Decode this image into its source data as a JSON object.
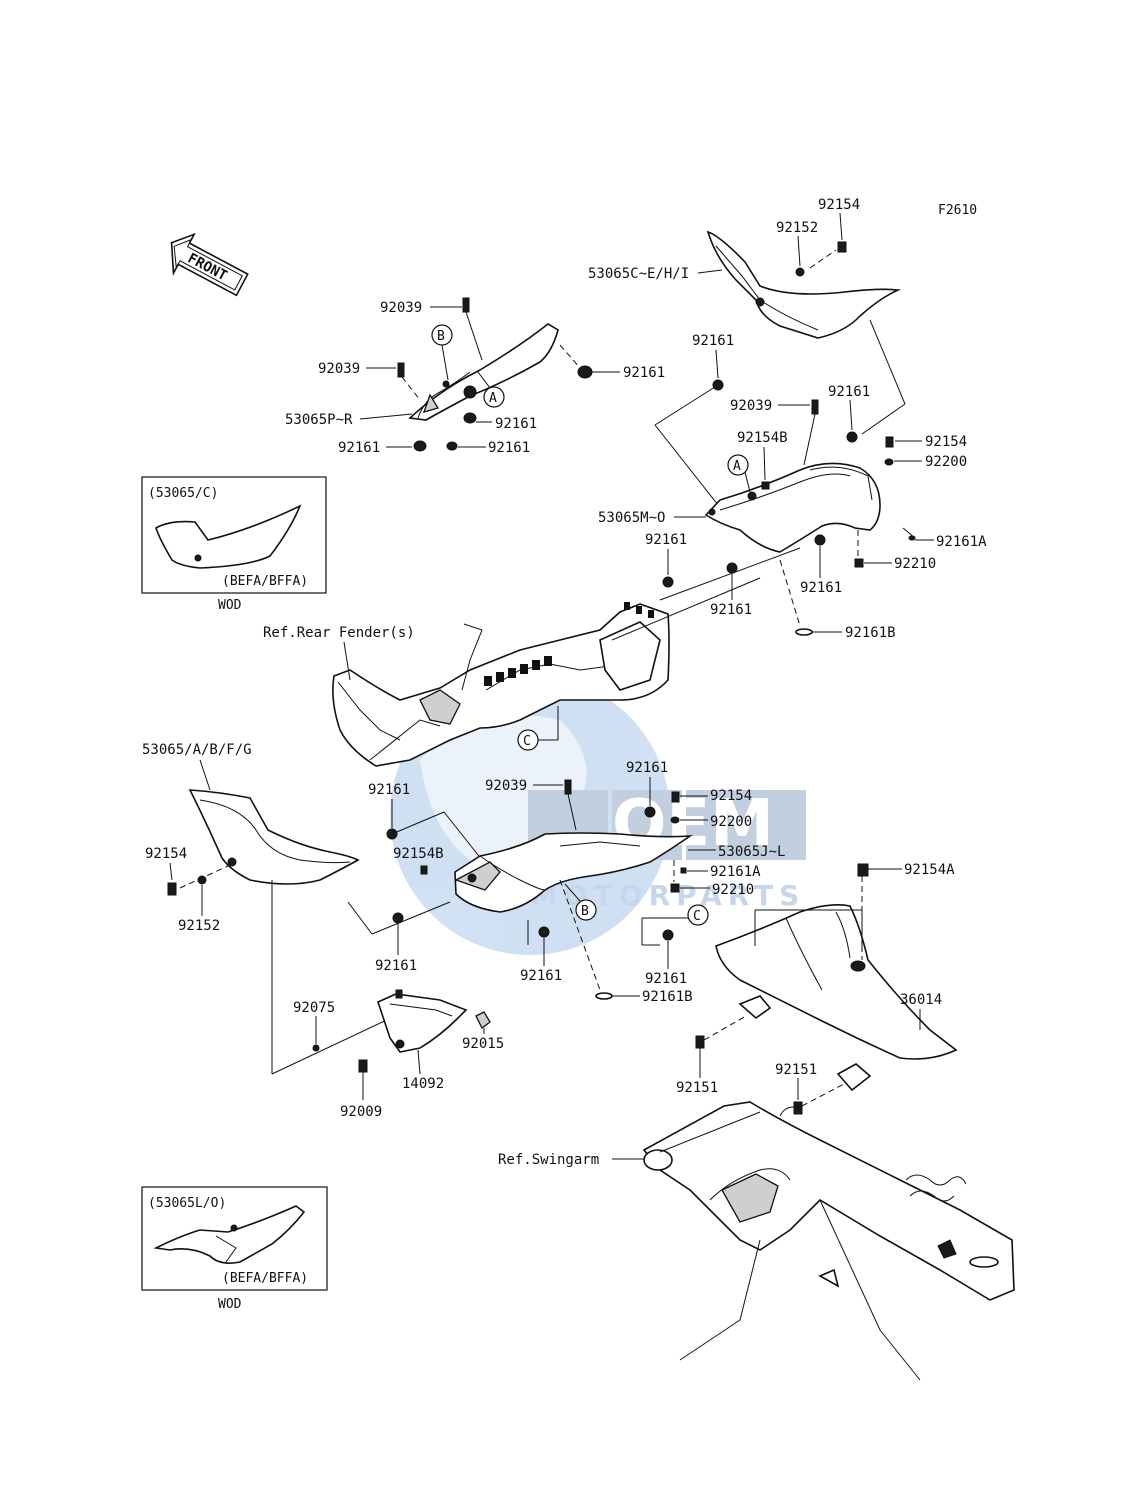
{
  "diagram_code": "F2610",
  "front_arrow": {
    "label": "FRONT",
    "icon": "front-arrow-icon"
  },
  "watermark": {
    "text": "OEM",
    "subtext": "MOTORPARTS",
    "color": "#5d8fc4"
  },
  "callouts": {
    "A": "A",
    "B": "B",
    "C": "C"
  },
  "inset_top": {
    "title": "(53065/C)",
    "variant": "(BEFA/BFFA)",
    "caption": "WOD"
  },
  "inset_bottom": {
    "title": "(53065L/O)",
    "variant": "(BEFA/BFFA)",
    "caption": "WOD"
  },
  "labels": {
    "l92154_top": "92154",
    "l92152_top": "92152",
    "l53065C": "53065C~E/H/I",
    "l92039_a": "92039",
    "l92039_b": "92039",
    "l92161_a": "92161",
    "l53065P": "53065P~R",
    "l92161_b": "92161",
    "l92161_c": "92161",
    "l92161_d": "92161",
    "l92161_e": "92161",
    "l92039_c": "92039",
    "l92161_f": "92161",
    "l92154B_a": "92154B",
    "l92154_b": "92154",
    "l92200_a": "92200",
    "l53065M": "53065M~O",
    "l92161A_a": "92161A",
    "l92161_g": "92161",
    "l92210_a": "92210",
    "l92161_h": "92161",
    "l92161_i": "92161",
    "l92161B_a": "92161B",
    "ref_rear_fender": "Ref.Rear Fender(s)",
    "l53065AB": "53065/A/B/F/G",
    "l92161_j": "92161",
    "l92039_d": "92039",
    "l92161_k": "92161",
    "l92154_c": "92154",
    "l92200_b": "92200",
    "l53065J": "53065J~L",
    "l92154_d": "92154",
    "l92154B_b": "92154B",
    "l92161A_b": "92161A",
    "l92210_b": "92210",
    "l92154A": "92154A",
    "l92152_b": "92152",
    "l92161_l": "92161",
    "l92161_m": "92161",
    "l92161_n": "92161",
    "l92161B_b": "92161B",
    "l36014": "36014",
    "l92075": "92075",
    "l92015": "92015",
    "l14092": "14092",
    "l92151_a": "92151",
    "l92151_b": "92151",
    "l92009": "92009",
    "ref_swingarm": "Ref.Swingarm"
  }
}
